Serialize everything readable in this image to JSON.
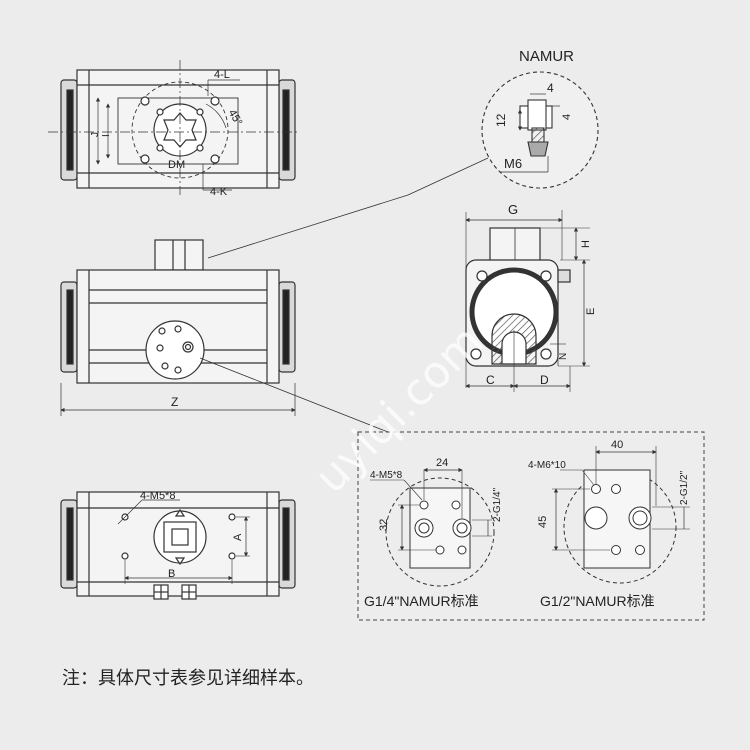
{
  "labels": {
    "namur_title": "NAMUR",
    "dim_4_l": "4-L",
    "dim_45": "45°",
    "dim_dm": "DM",
    "dim_4_k": "4-K",
    "dim_j": "J",
    "dim_i": "I",
    "dim_namur_4a": "4",
    "dim_namur_4b": "4",
    "dim_namur_12": "12",
    "dim_namur_m6": "M6",
    "dim_g": "G",
    "dim_h": "H",
    "dim_e": "E",
    "dim_n": "N",
    "dim_c": "C",
    "dim_d": "D",
    "dim_z": "Z",
    "dim_4_m5_8": "4-M5*8",
    "dim_a": "A",
    "dim_b": "B",
    "detail1_24": "24",
    "detail1_m5": "4-M5*8",
    "detail1_32": "32",
    "detail1_g14": "2-G1/4\"",
    "detail1_caption": "G1/4\"NAMUR标准",
    "detail2_40": "40",
    "detail2_m6": "4-M6*10",
    "detail2_45": "45",
    "detail2_g12": "2-G1/2\"",
    "detail2_caption": "G1/2\"NAMUR标准"
  },
  "watermark": "uyiqi.com",
  "note": "注：具体尺寸表参见详细样本。"
}
